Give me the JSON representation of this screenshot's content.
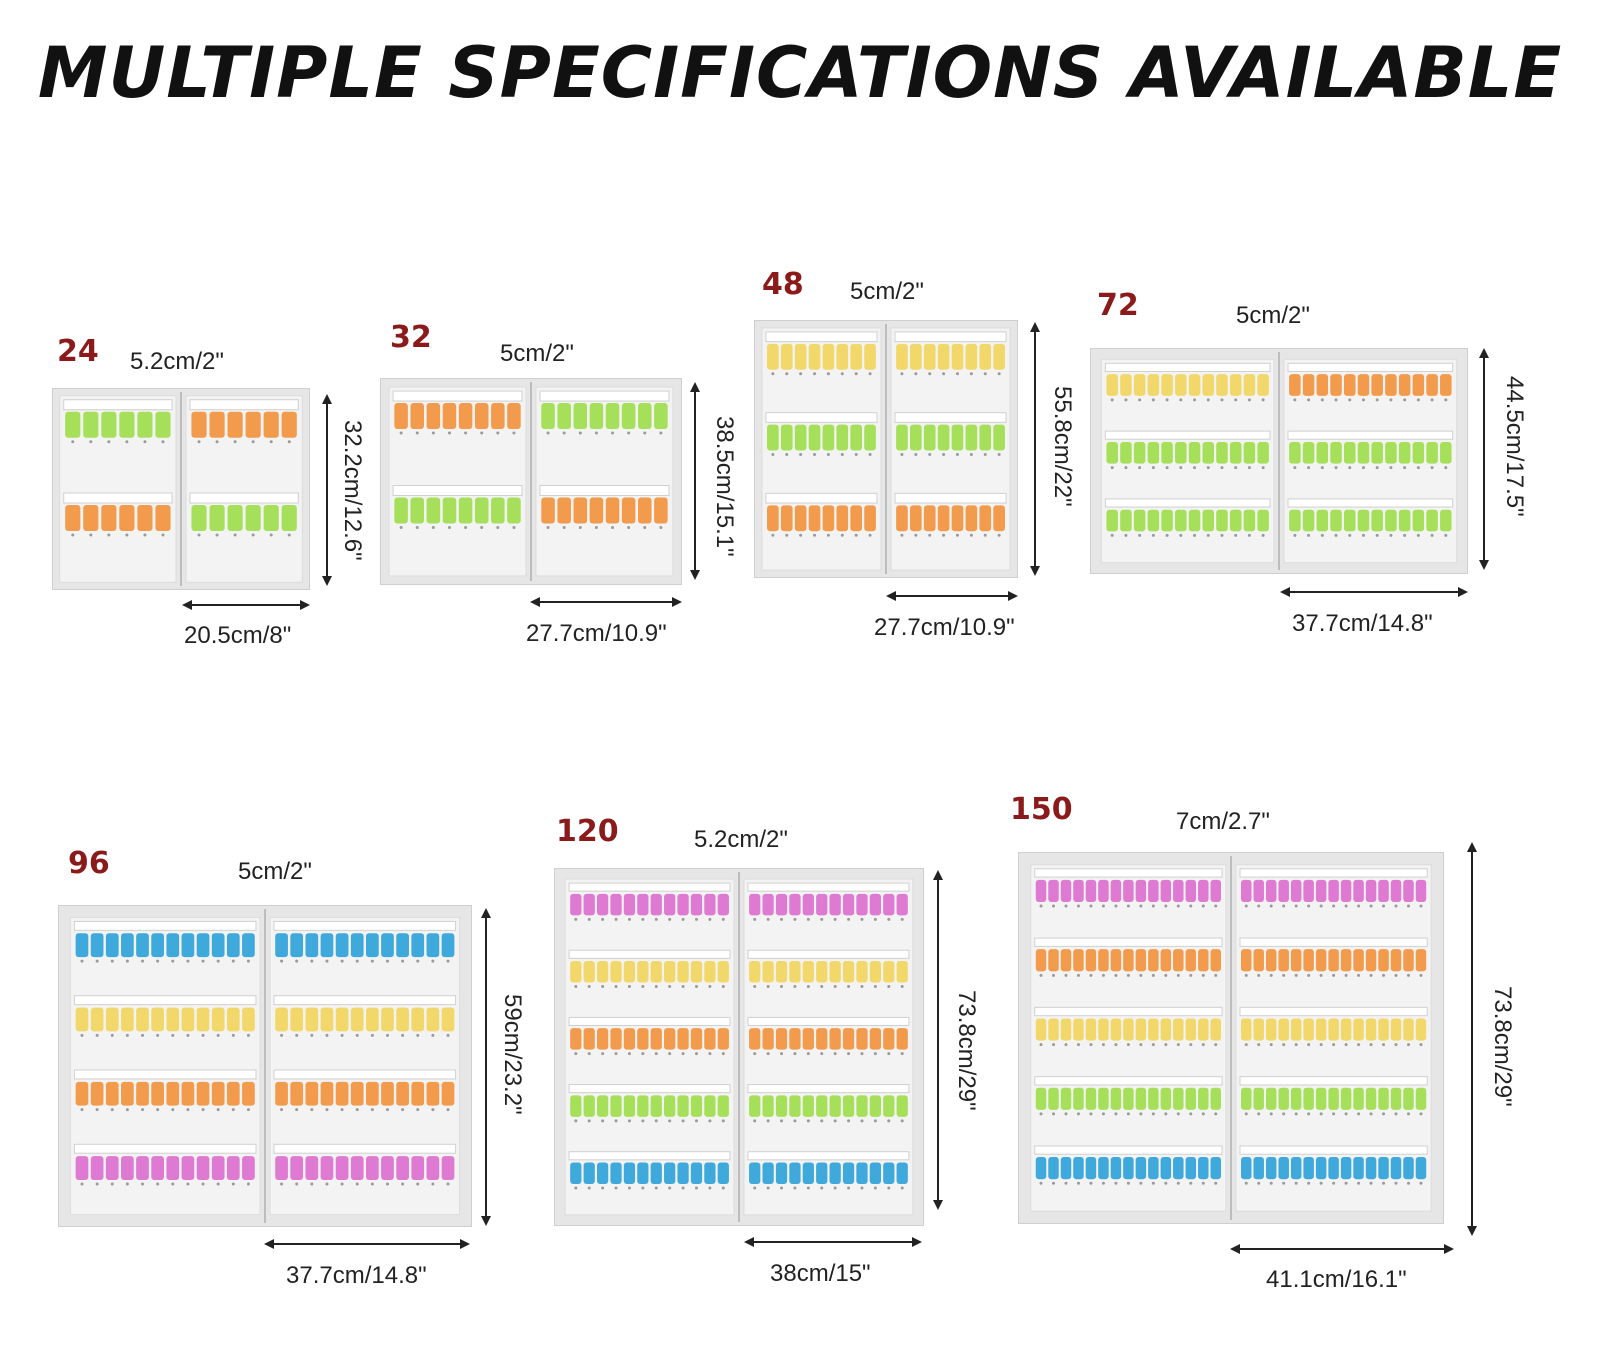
{
  "title": "MULTIPLE SPECIFICATIONS AVAILABLE",
  "colors": {
    "count": "#8b1a1a",
    "cabinet_frame": "#e6e6e6",
    "cabinet_inner": "#f3f3f3",
    "rail": "#d9d9d9",
    "tag_lime": "#a6e05a",
    "tag_orange": "#f29b4c",
    "tag_yellow": "#f2d86a",
    "tag_pink": "#de7ad2",
    "tag_blue": "#3fa9dc"
  },
  "specs": [
    {
      "count": "24",
      "depth": "5.2cm/2\"",
      "width": "20.5cm/8\"",
      "height": "32.2cm/12.6\"",
      "rows": [
        [
          "lime",
          "orange"
        ],
        [
          "orange",
          "lime"
        ]
      ]
    },
    {
      "count": "32",
      "depth": "5cm/2\"",
      "width": "27.7cm/10.9\"",
      "height": "38.5cm/15.1\"",
      "rows": [
        [
          "orange",
          "lime"
        ],
        [
          "lime",
          "orange"
        ]
      ]
    },
    {
      "count": "48",
      "depth": "5cm/2\"",
      "width": "27.7cm/10.9\"",
      "height": "55.8cm/22\"",
      "rows": [
        [
          "yellow",
          "yellow"
        ],
        [
          "lime",
          "lime"
        ],
        [
          "orange",
          "orange"
        ]
      ]
    },
    {
      "count": "72",
      "depth": "5cm/2\"",
      "width": "37.7cm/14.8\"",
      "height": "44.5cm/17.5\"",
      "rows": [
        [
          "yellow",
          "orange"
        ],
        [
          "lime",
          "lime"
        ],
        [
          "lime",
          "lime"
        ]
      ]
    },
    {
      "count": "96",
      "depth": "5cm/2\"",
      "width": "37.7cm/14.8\"",
      "height": "59cm/23.2\"",
      "rows": [
        [
          "blue",
          "blue"
        ],
        [
          "yellow",
          "yellow"
        ],
        [
          "orange",
          "orange"
        ],
        [
          "pink",
          "pink"
        ]
      ]
    },
    {
      "count": "120",
      "depth": "5.2cm/2\"",
      "width": "38cm/15\"",
      "height": "73.8cm/29\"",
      "rows": [
        [
          "pink",
          "pink"
        ],
        [
          "yellow",
          "yellow"
        ],
        [
          "orange",
          "orange"
        ],
        [
          "lime",
          "lime"
        ],
        [
          "blue",
          "blue"
        ]
      ]
    },
    {
      "count": "150",
      "depth": "7cm/2.7\"",
      "width": "41.1cm/16.1\"",
      "height": "73.8cm/29\"",
      "rows": [
        [
          "pink",
          "pink"
        ],
        [
          "orange",
          "orange"
        ],
        [
          "yellow",
          "yellow"
        ],
        [
          "lime",
          "lime"
        ],
        [
          "blue",
          "blue"
        ]
      ]
    }
  ]
}
